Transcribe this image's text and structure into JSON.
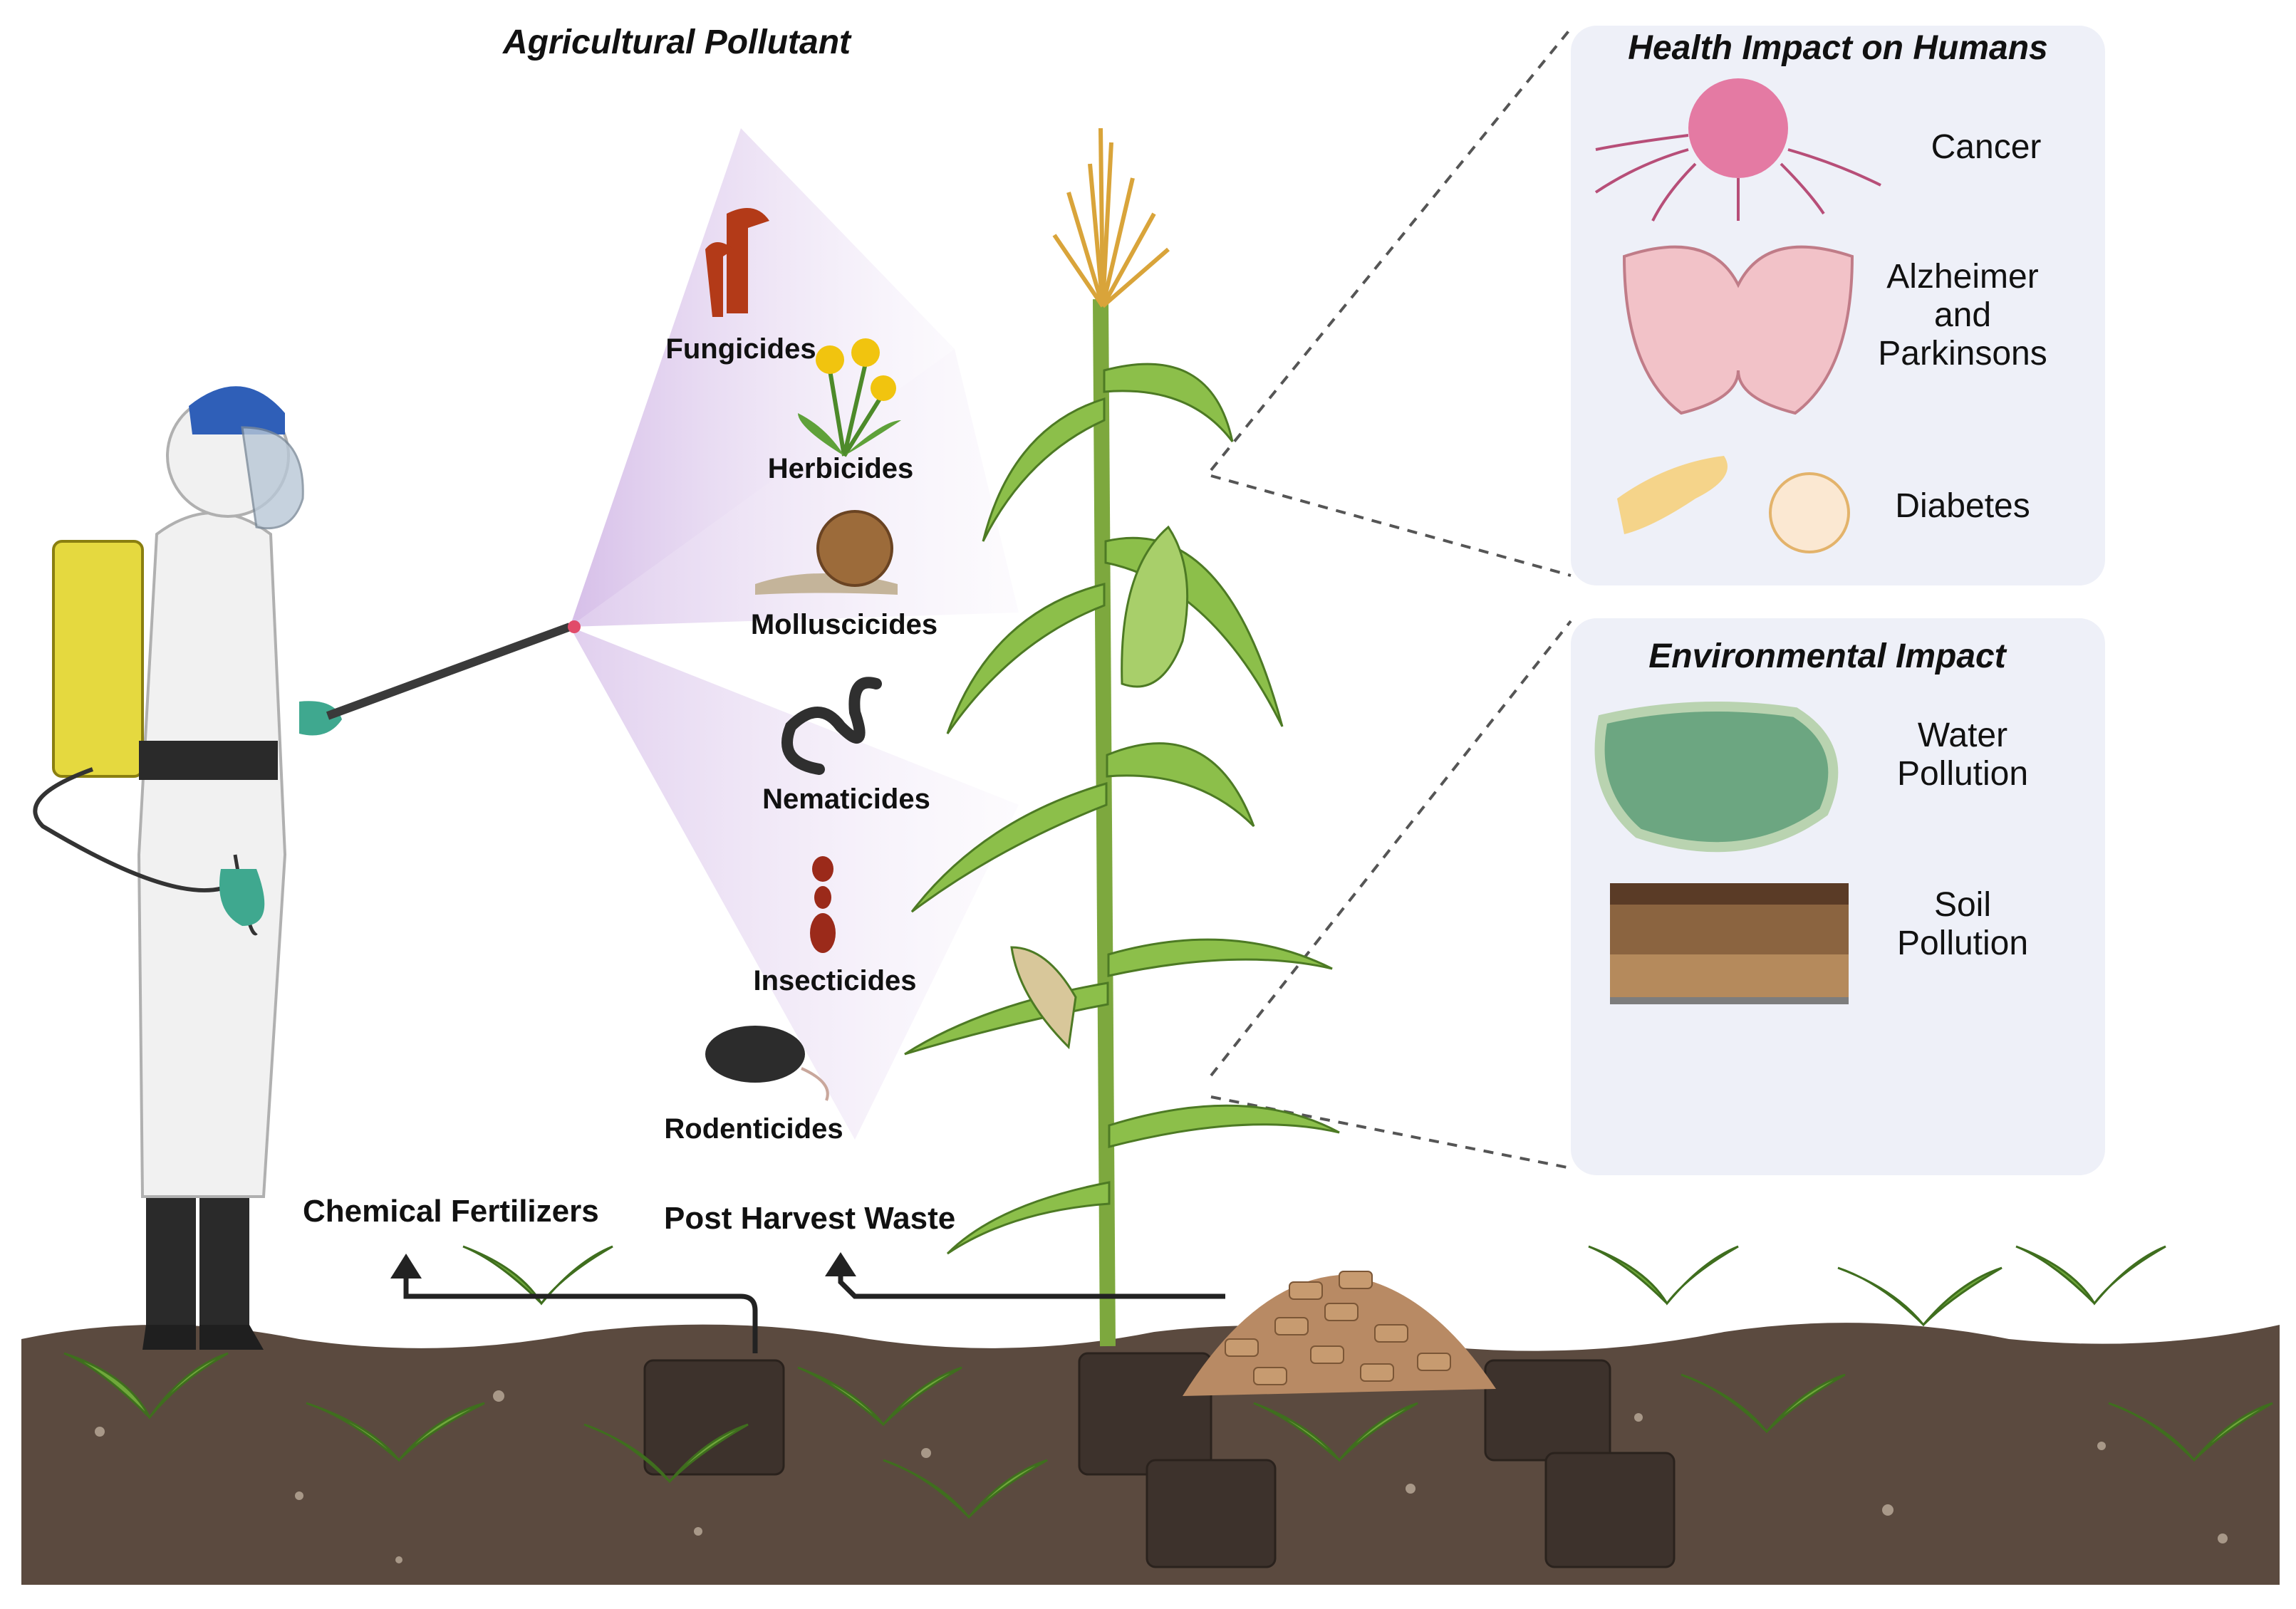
{
  "title": "Agricultural Pollutant",
  "pollutants": [
    "Fungicides",
    "Herbicides",
    "Molluscicides",
    "Nematicides",
    "Insecticides",
    "Rodenticides"
  ],
  "sources": {
    "fertilizers": "Chemical Fertilizers",
    "waste": "Post Harvest Waste"
  },
  "health": {
    "title": "Health Impact on Humans",
    "items": [
      "Cancer",
      [
        "Alzheimer",
        "and",
        "Parkinsons"
      ],
      "Diabetes"
    ]
  },
  "environment": {
    "title": "Environmental Impact",
    "items": [
      [
        "Water",
        "Pollution"
      ],
      [
        "Soil",
        "Pollution"
      ]
    ]
  }
}
